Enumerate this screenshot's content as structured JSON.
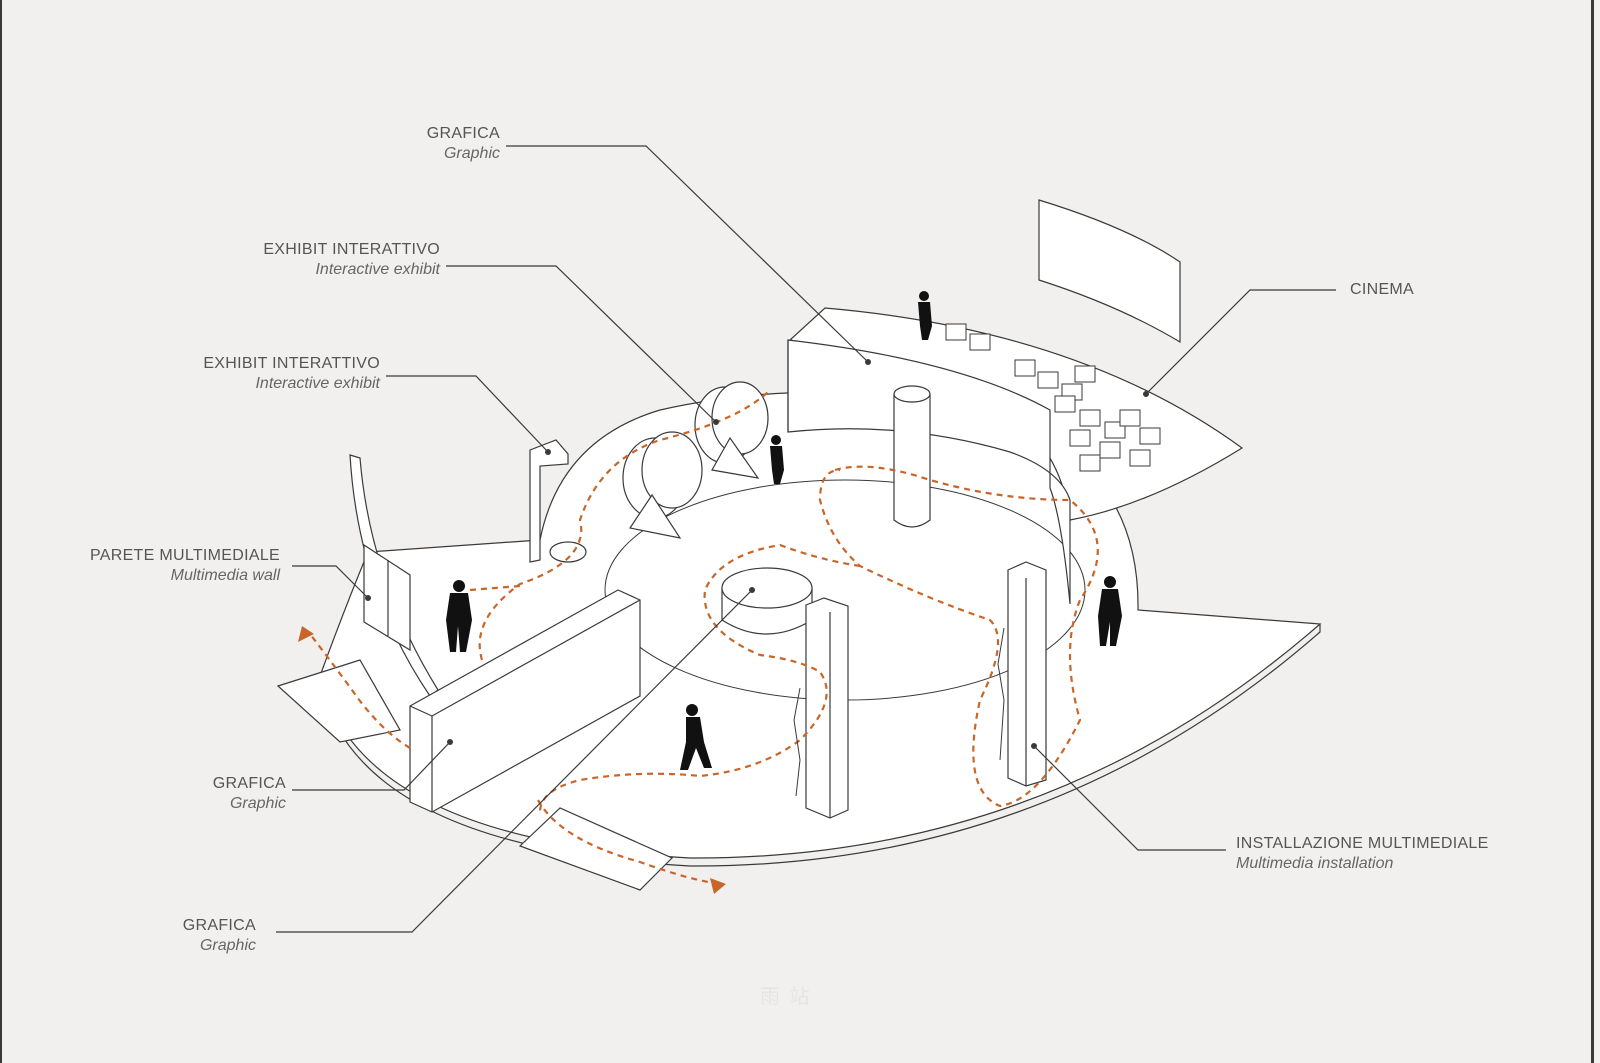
{
  "labels": {
    "grafica_top": {
      "it": "GRAFICA",
      "en": "Graphic"
    },
    "exhibit_1": {
      "it": "EXHIBIT INTERATTIVO",
      "en": "Interactive exhibit"
    },
    "exhibit_2": {
      "it": "EXHIBIT INTERATTIVO",
      "en": "Interactive exhibit"
    },
    "parete": {
      "it": "PARETE MULTIMEDIALE",
      "en": "Multimedia wall"
    },
    "grafica_mid": {
      "it": "GRAFICA",
      "en": "Graphic"
    },
    "grafica_bottom": {
      "it": "GRAFICA",
      "en": "Graphic"
    },
    "cinema": {
      "it": "CINEMA"
    },
    "installazione": {
      "it": "INSTALLAZIONE MULTIMEDIALE",
      "en": "Multimedia installation"
    }
  },
  "watermark": "雨 站",
  "colors": {
    "background": "#f1f0ee",
    "line": "#3a3a3a",
    "path": "#c8662a",
    "figure": "#111111"
  }
}
